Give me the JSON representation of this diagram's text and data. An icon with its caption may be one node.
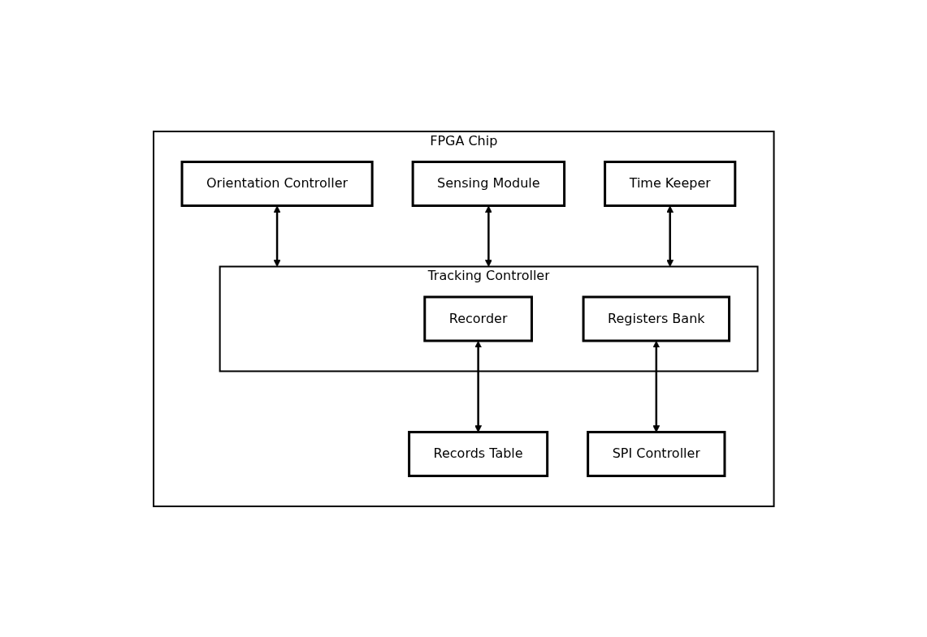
{
  "diagram": {
    "nodes": [
      {
        "text": [
          "FPGA Chip"
        ]
      },
      {
        "text": [
          "Orientation Controller"
        ],
        "in": 0
      },
      {
        "text": [
          "Sensing Module"
        ],
        "in": 0
      },
      {
        "text": [
          "Time Keeper"
        ],
        "in": 0
      },
      {
        "text": [
          "Tracking Controller"
        ],
        "in": 0
      },
      {
        "text": [
          "Recorder"
        ],
        "in": 4
      },
      {
        "text": [
          "Registers Bank"
        ],
        "in": 4
      },
      {
        "text": [
          "Records Table"
        ],
        "in": 0
      },
      {
        "text": [
          "SPI Controller"
        ],
        "in": 0
      }
    ],
    "edges": [
      {
        "from": 1,
        "to": 4,
        "arrow": "both"
      },
      {
        "from": 2,
        "to": 4,
        "arrow": "both"
      },
      {
        "from": 3,
        "to": 4,
        "arrow": "both"
      },
      {
        "from": 5,
        "to": 7,
        "arrow": "both"
      },
      {
        "from": 6,
        "to": 8,
        "arrow": "both"
      }
    ]
  }
}
